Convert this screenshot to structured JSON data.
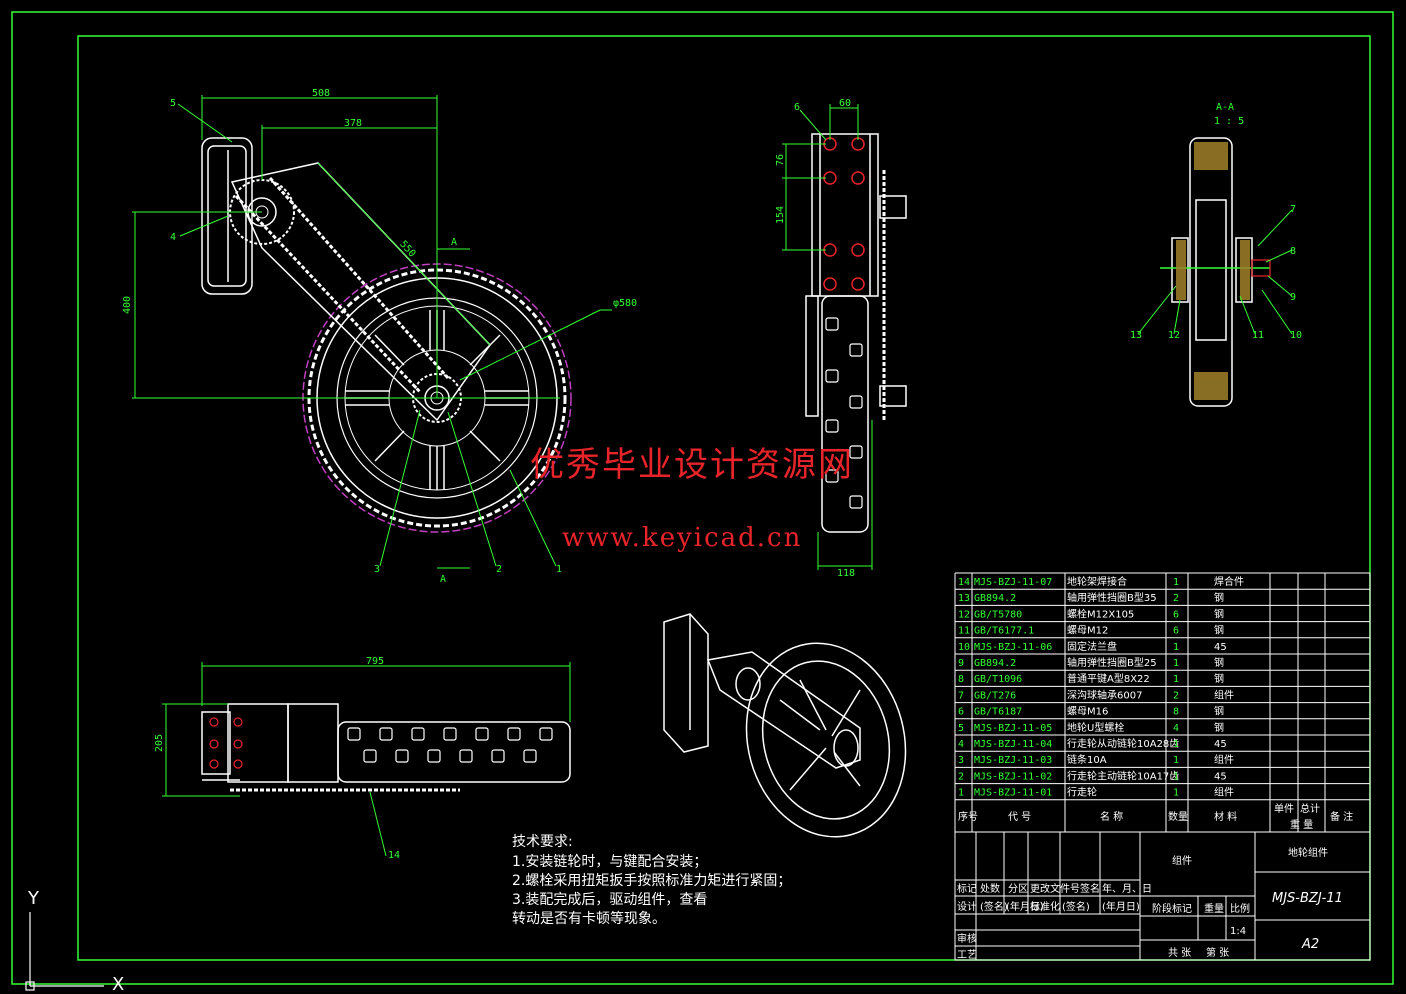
{
  "dimensions": {
    "d508": "508",
    "d378": "378",
    "d550": "550",
    "d400": "400",
    "d580": "φ580",
    "d60": "60",
    "d76": "76",
    "d154": "154",
    "d118": "118",
    "d795": "795",
    "d205": "205"
  },
  "section": {
    "mark_a": "A",
    "title": "A-A",
    "scale": "1 : 5"
  },
  "balloons": {
    "b1": "1",
    "b2": "2",
    "b3": "3",
    "b4": "4",
    "b5": "5",
    "b6": "6",
    "b7": "7",
    "b8": "8",
    "b9": "9",
    "b10": "10",
    "b11": "11",
    "b12": "12",
    "b13": "13",
    "b14": "14"
  },
  "watermark": {
    "line1": "优秀毕业设计资源网",
    "line2": "www.keyicad.cn"
  },
  "notes": {
    "heading": "技术要求:",
    "l1": "1.安装链轮时，与键配合安装；",
    "l2": "2.螺栓采用扭矩扳手按照标准力矩进行紧固；",
    "l3": "3.装配完成后，驱动组件，查看",
    "l4": "转动是否有卡顿等现象。"
  },
  "bom": [
    {
      "no": "14",
      "code": "MJS-BZJ-11-07",
      "name": "地轮架焊接合",
      "qty": "1",
      "mat": "焊合件"
    },
    {
      "no": "13",
      "code": "GB894.2",
      "name": "轴用弹性挡圈B型35",
      "qty": "2",
      "mat": "钢"
    },
    {
      "no": "12",
      "code": "GB/T5780",
      "name": "螺栓M12X105",
      "qty": "6",
      "mat": "钢"
    },
    {
      "no": "11",
      "code": "GB/T6177.1",
      "name": "螺母M12",
      "qty": "6",
      "mat": "钢"
    },
    {
      "no": "10",
      "code": "MJS-BZJ-11-06",
      "name": "固定法兰盘",
      "qty": "1",
      "mat": "45"
    },
    {
      "no": "9",
      "code": "GB894.2",
      "name": "轴用弹性挡圈B型25",
      "qty": "1",
      "mat": "钢"
    },
    {
      "no": "8",
      "code": "GB/T1096",
      "name": "普通平键A型8X22",
      "qty": "1",
      "mat": "钢"
    },
    {
      "no": "7",
      "code": "GB/T276",
      "name": "深沟球轴承6007",
      "qty": "2",
      "mat": "组件"
    },
    {
      "no": "6",
      "code": "GB/T6187",
      "name": "螺母M16",
      "qty": "8",
      "mat": "钢"
    },
    {
      "no": "5",
      "code": "MJS-BZJ-11-05",
      "name": "地轮U型螺栓",
      "qty": "4",
      "mat": "钢"
    },
    {
      "no": "4",
      "code": "MJS-BZJ-11-04",
      "name": "行走轮从动链轮10A28齿",
      "qty": "1",
      "mat": "45"
    },
    {
      "no": "3",
      "code": "MJS-BZJ-11-03",
      "name": "链条10A",
      "qty": "1",
      "mat": "组件"
    },
    {
      "no": "2",
      "code": "MJS-BZJ-11-02",
      "name": "行走轮主动链轮10A17齿",
      "qty": "1",
      "mat": "45"
    },
    {
      "no": "1",
      "code": "MJS-BZJ-11-01",
      "name": "行走轮",
      "qty": "1",
      "mat": "组件"
    }
  ],
  "bom_header": {
    "no": "序号",
    "code": "代 号",
    "name": "名 称",
    "qty": "数量",
    "mat": "材 料",
    "unit": "单件",
    "total": "总计",
    "weight": "重 量",
    "remark": "备 注"
  },
  "title_block": {
    "assembly": "组件",
    "part_name": "地轮组件",
    "drawing_no": "MJS-BZJ-11",
    "sheet": "A2",
    "scale": "1:4",
    "r1": "标记",
    "r2": "处数",
    "r3": "分区",
    "r4": "更改文件号",
    "r5": "签名",
    "r6": "年、月、日",
    "s1": "设计",
    "s2": "(签名)",
    "s3": "(年月日)",
    "s4": "标准化",
    "s5": "(签名)",
    "s6": "(年月日)",
    "s7": "阶段标记",
    "s8": "重量",
    "s9": "比例",
    "c1": "审核",
    "c2": "工艺",
    "c3": "共 张",
    "c4": "第 张"
  },
  "ucs": {
    "y": "Y",
    "x": "X"
  }
}
